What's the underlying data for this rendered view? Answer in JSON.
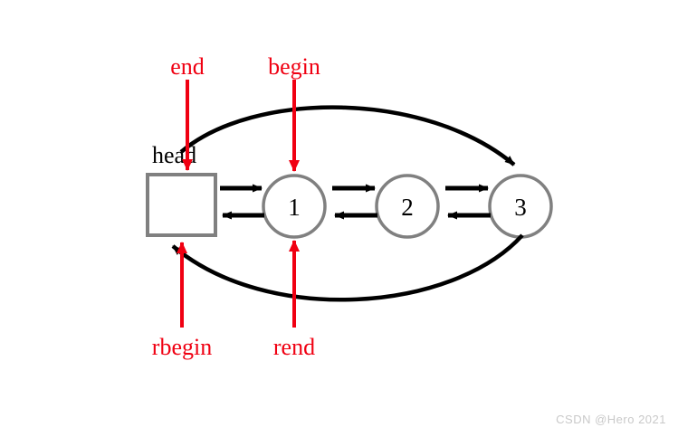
{
  "diagram": {
    "title_label": "head",
    "watermark": "CSDN @Hero 2021",
    "colors": {
      "iterator_red": "#f00012",
      "node_outline_gray": "#808080",
      "arrow_black": "#000000",
      "background": "#ffffff",
      "watermark_gray": "#c9c9c9"
    },
    "head_node": {
      "label": "head",
      "shape": "square"
    },
    "nodes": [
      {
        "label": "1",
        "shape": "circle"
      },
      {
        "label": "2",
        "shape": "circle"
      },
      {
        "label": "3",
        "shape": "circle"
      }
    ],
    "iterators": [
      {
        "name": "end",
        "label": "end",
        "direction": "down",
        "target": "head-node"
      },
      {
        "name": "begin",
        "label": "begin",
        "direction": "down",
        "target": "node-1"
      },
      {
        "name": "rbegin",
        "label": "rbegin",
        "direction": "up",
        "target": "head-node"
      },
      {
        "name": "rend",
        "label": "rend",
        "direction": "up",
        "target": "node-1"
      }
    ],
    "links": [
      {
        "from": "head",
        "to": "1",
        "direction": "forward"
      },
      {
        "from": "1",
        "to": "head",
        "direction": "backward"
      },
      {
        "from": "1",
        "to": "2",
        "direction": "forward"
      },
      {
        "from": "2",
        "to": "1",
        "direction": "backward"
      },
      {
        "from": "2",
        "to": "3",
        "direction": "forward"
      },
      {
        "from": "3",
        "to": "2",
        "direction": "backward"
      },
      {
        "from": "head",
        "to": "3",
        "direction": "forward-curve-top"
      },
      {
        "from": "3",
        "to": "head",
        "direction": "backward-curve-bottom"
      }
    ]
  }
}
